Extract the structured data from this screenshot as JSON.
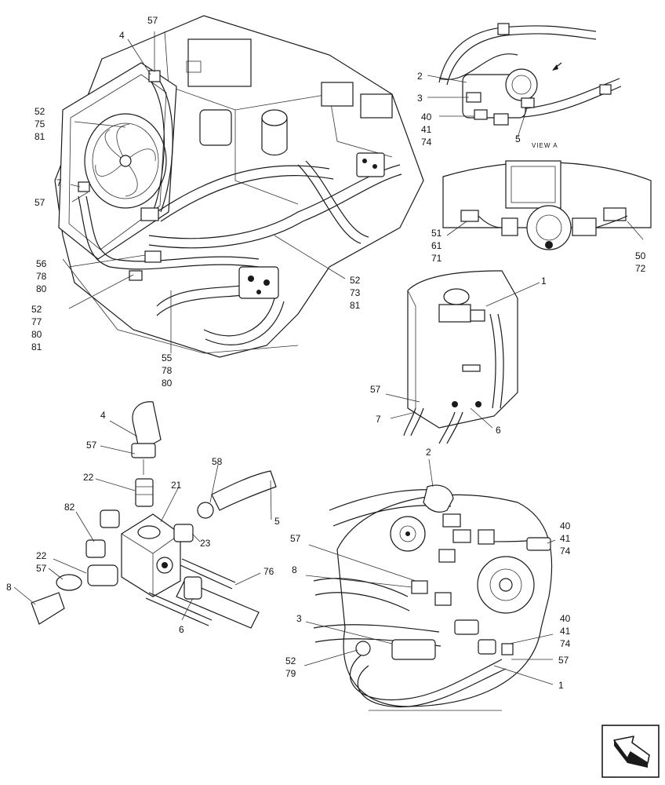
{
  "diagram": {
    "view_label": "VIEW A",
    "callouts": [
      "4",
      "57",
      "52",
      "75",
      "81",
      "7",
      "57",
      "56",
      "78",
      "80",
      "52",
      "77",
      "80",
      "81",
      "55",
      "78",
      "80",
      "52",
      "73",
      "81",
      "2",
      "3",
      "40",
      "41",
      "74",
      "5",
      "51",
      "61",
      "71",
      "50",
      "72",
      "1",
      "57",
      "7",
      "6",
      "4",
      "57",
      "22",
      "21",
      "58",
      "82",
      "5",
      "23",
      "22",
      "57",
      "76",
      "8",
      "6",
      "2",
      "40",
      "41",
      "74",
      "57",
      "8",
      "3",
      "40",
      "41",
      "74",
      "52",
      "79",
      "57",
      "1"
    ]
  },
  "icon": {
    "name": "next-page-arrow-icon"
  }
}
